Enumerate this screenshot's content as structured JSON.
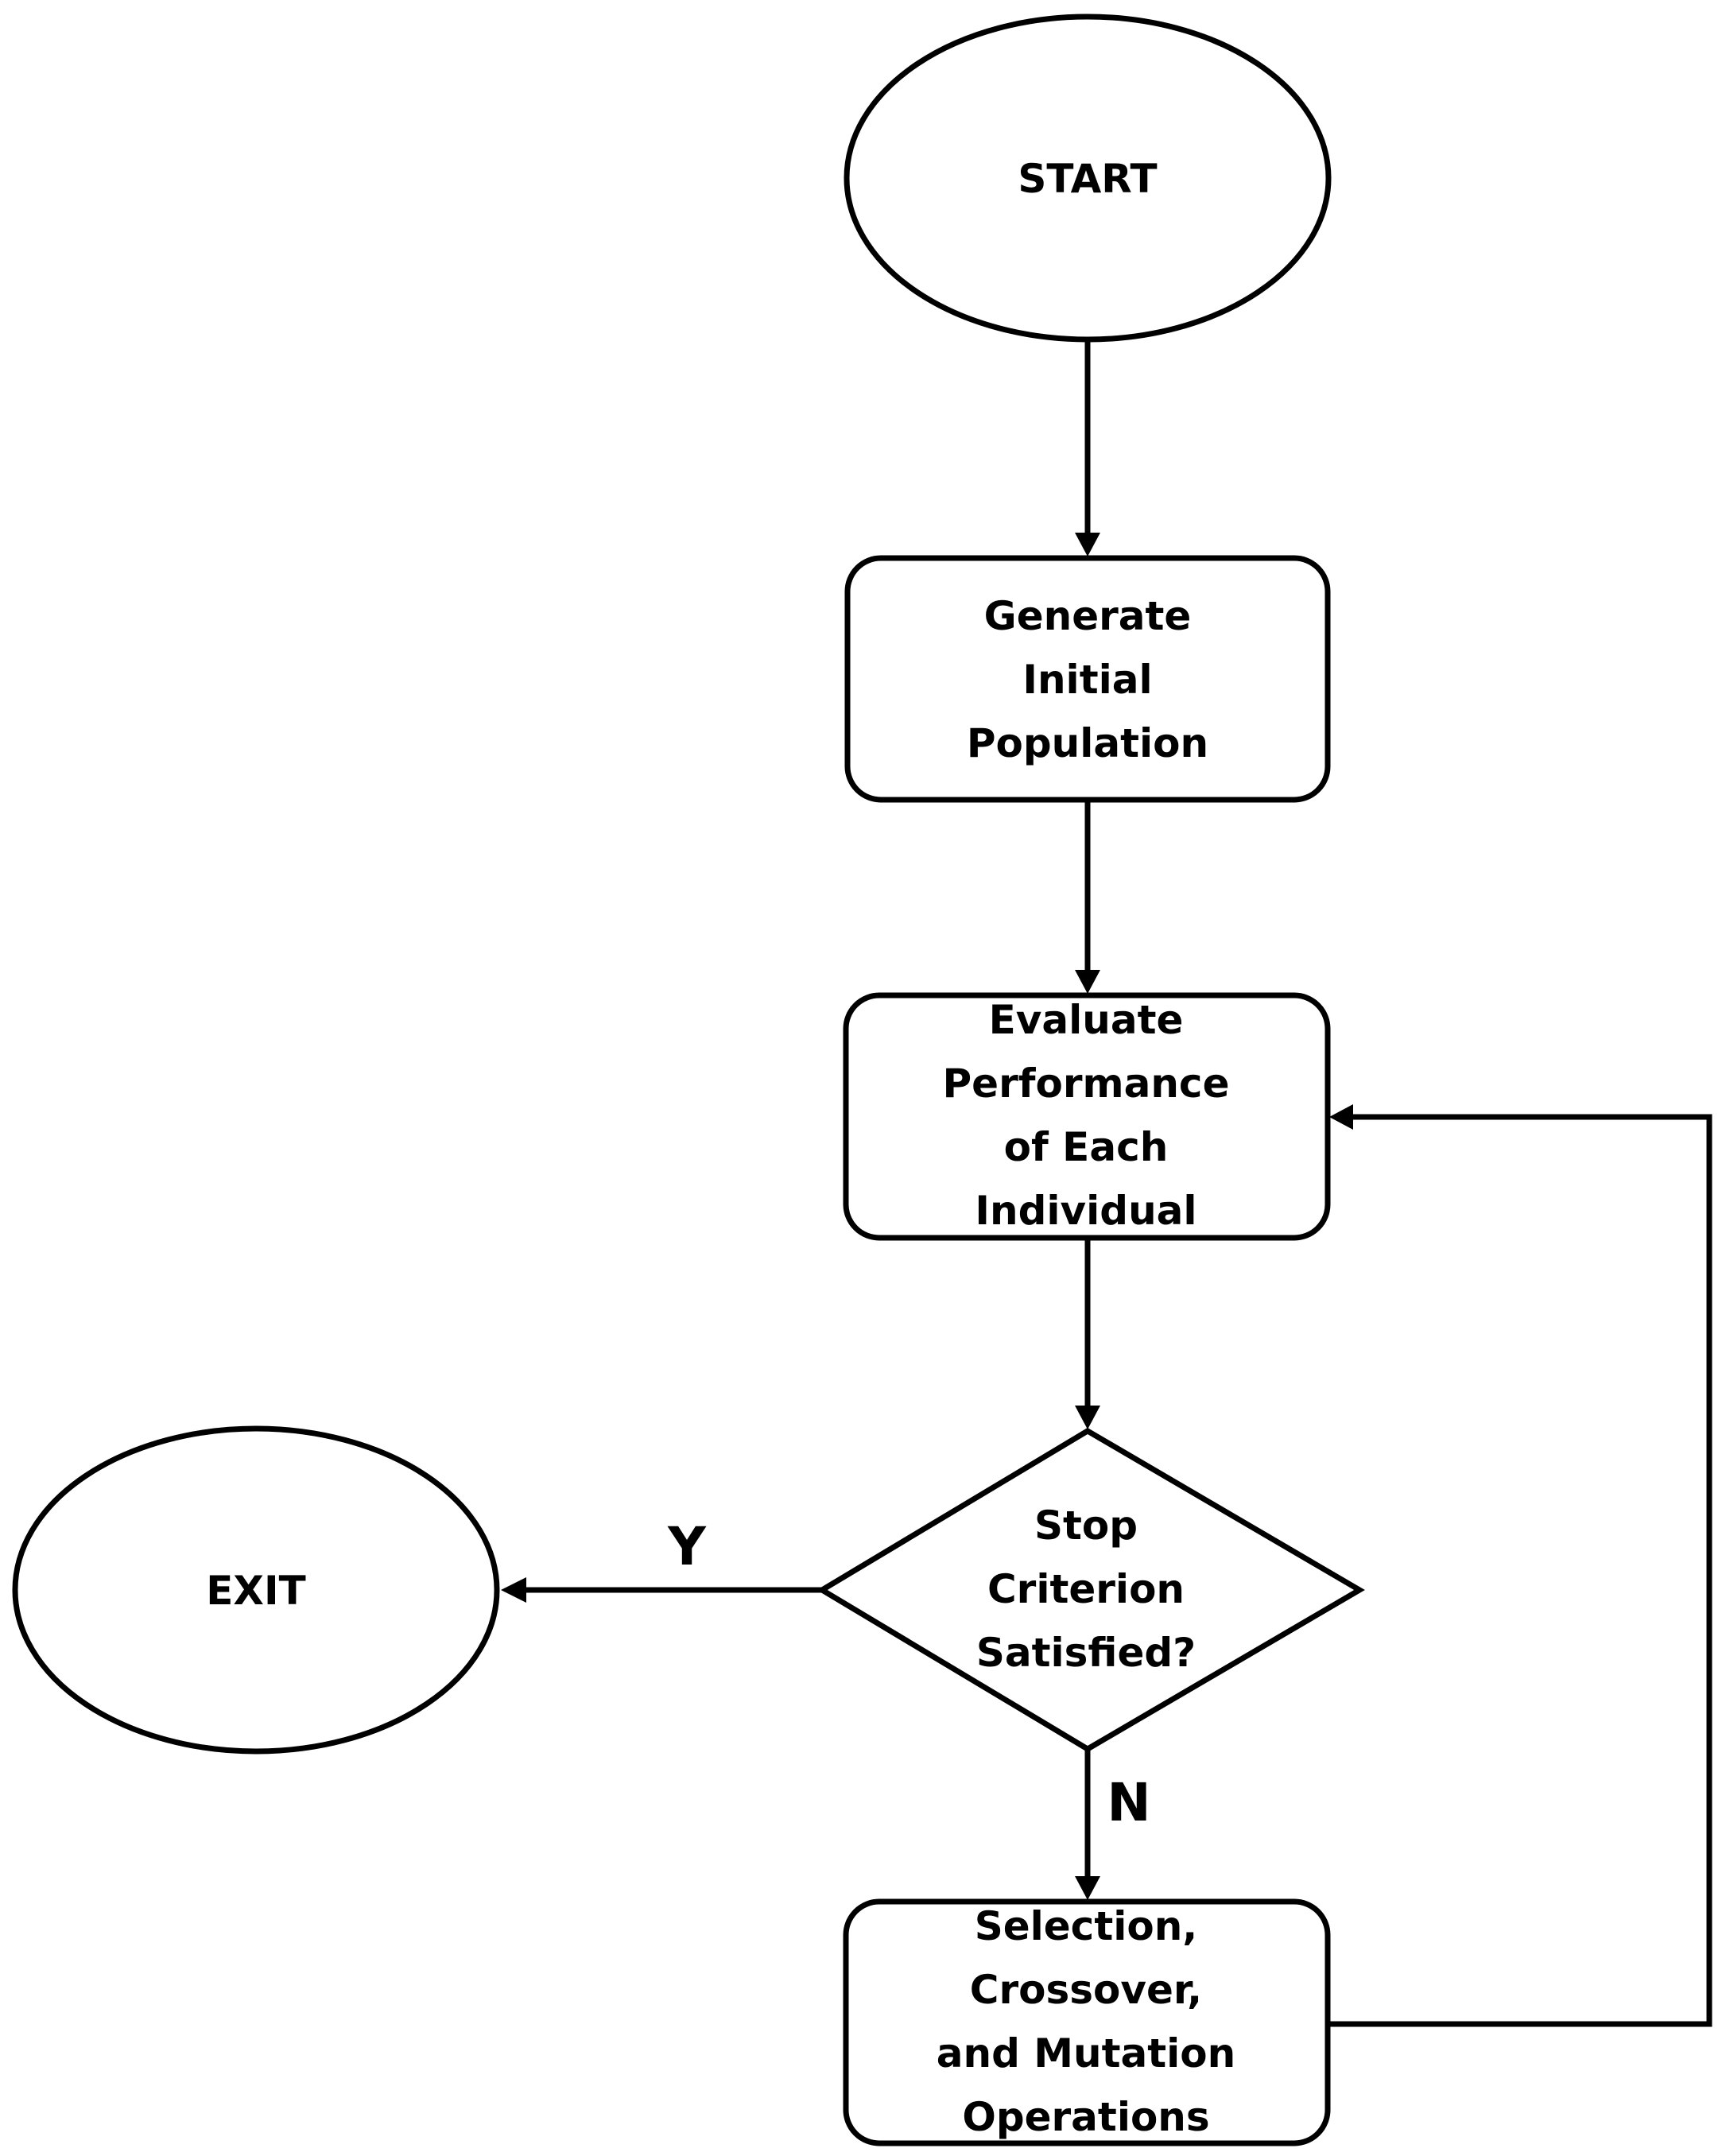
{
  "nodes": {
    "start": {
      "label": "START"
    },
    "generate": {
      "lines": [
        "Generate",
        "Initial",
        "Population"
      ]
    },
    "evaluate": {
      "lines": [
        "Evaluate",
        "Performance",
        "of Each",
        "Individual"
      ]
    },
    "decision": {
      "lines": [
        "Stop",
        "Criterion",
        "Satisfied?"
      ]
    },
    "exit": {
      "label": "EXIT"
    },
    "operations": {
      "lines": [
        "Selection,",
        "Crossover,",
        "and Mutation",
        "Operations"
      ]
    }
  },
  "edges": {
    "yes_label": "Y",
    "no_label": "N"
  }
}
